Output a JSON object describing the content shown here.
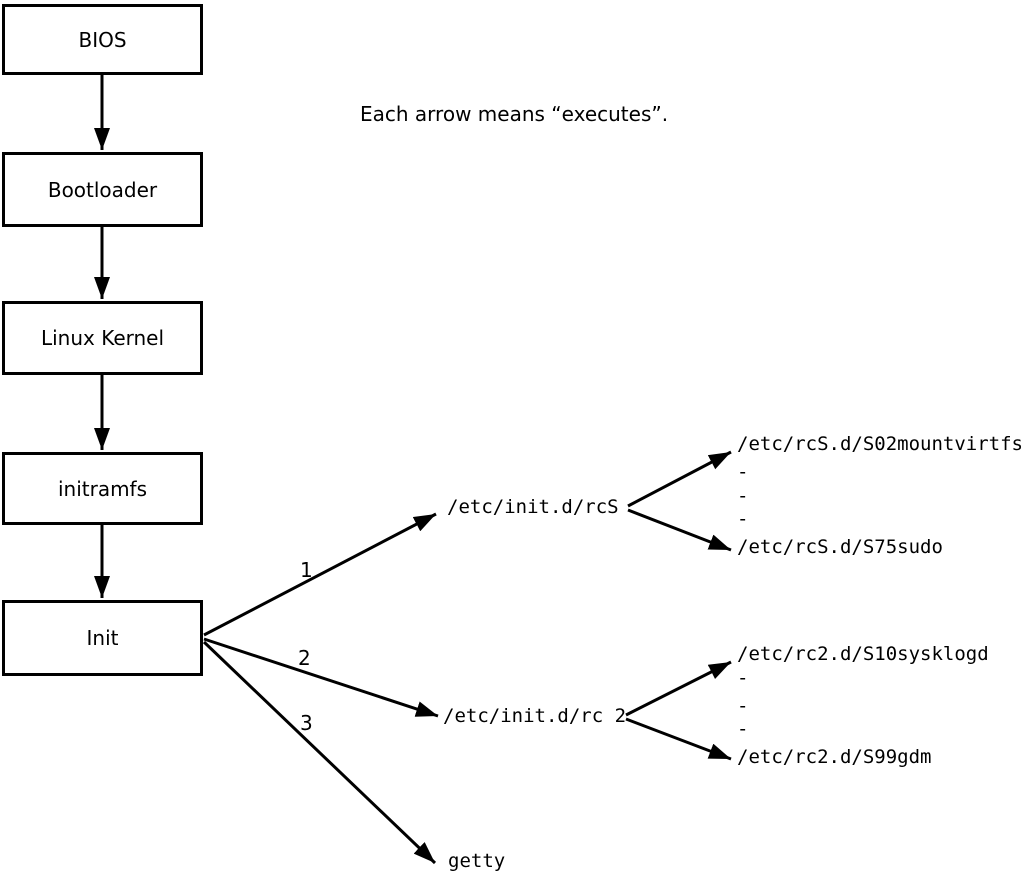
{
  "diagram": {
    "caption": "Each arrow means “executes”.",
    "boot_chain": [
      "BIOS",
      "Bootloader",
      "Linux Kernel",
      "initramfs",
      "Init"
    ],
    "init_branches": [
      {
        "order": "1",
        "target": "/etc/init.d/rcS"
      },
      {
        "order": "2",
        "target": "/etc/init.d/rc 2"
      },
      {
        "order": "3",
        "target": "getty"
      }
    ],
    "rcS_scripts": [
      "/etc/rcS.d/S02mountvirtfs",
      "-",
      "-",
      "-",
      "/etc/rcS.d/S75sudo"
    ],
    "rc2_scripts": [
      "/etc/rc2.d/S10sysklogd",
      "-",
      "-",
      "-",
      "/etc/rc2.d/S99gdm"
    ],
    "colors": {
      "line": "#000000",
      "background": "#ffffff"
    }
  }
}
